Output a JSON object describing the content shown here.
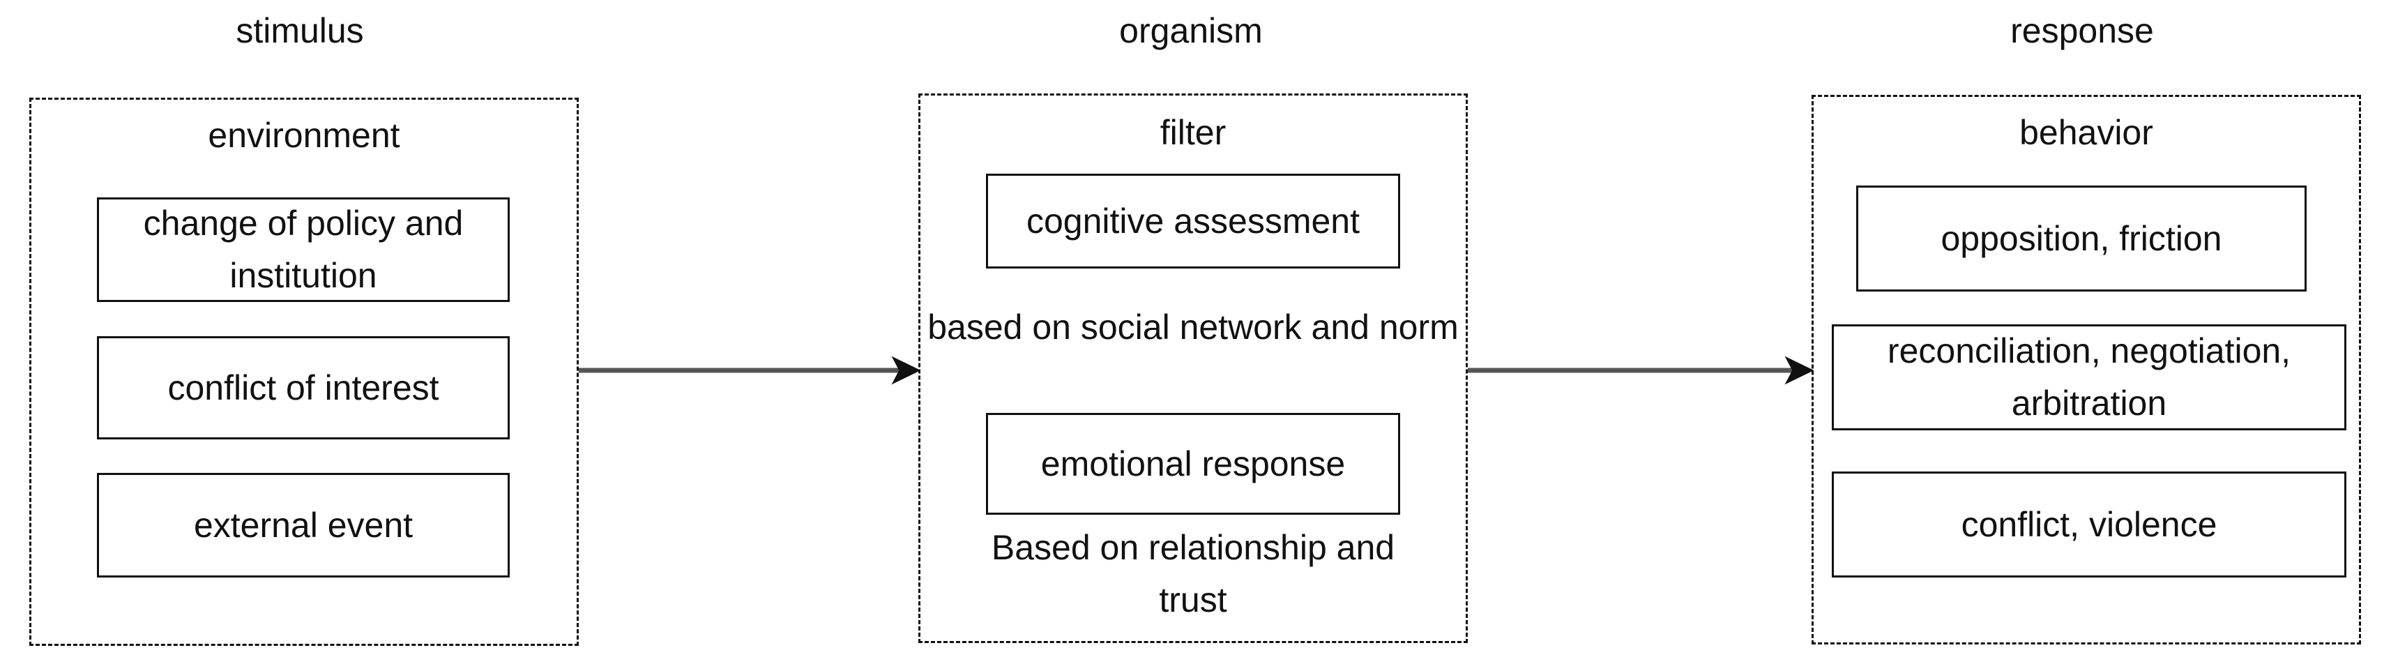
{
  "stages": {
    "stimulus": {
      "heading": "stimulus",
      "group_label": "environment",
      "boxes": [
        "change of policy and institution",
        "conflict of interest",
        "external event"
      ]
    },
    "organism": {
      "heading": "organism",
      "group_label": "filter",
      "boxes": [
        "cognitive assessment",
        "emotional response"
      ],
      "notes": [
        "based on social network and norm",
        "Based on relationship and trust"
      ]
    },
    "response": {
      "heading": "response",
      "group_label": "behavior",
      "boxes": [
        "opposition, friction",
        "reconciliation, negotiation, arbitration",
        "conflict, violence"
      ]
    }
  }
}
